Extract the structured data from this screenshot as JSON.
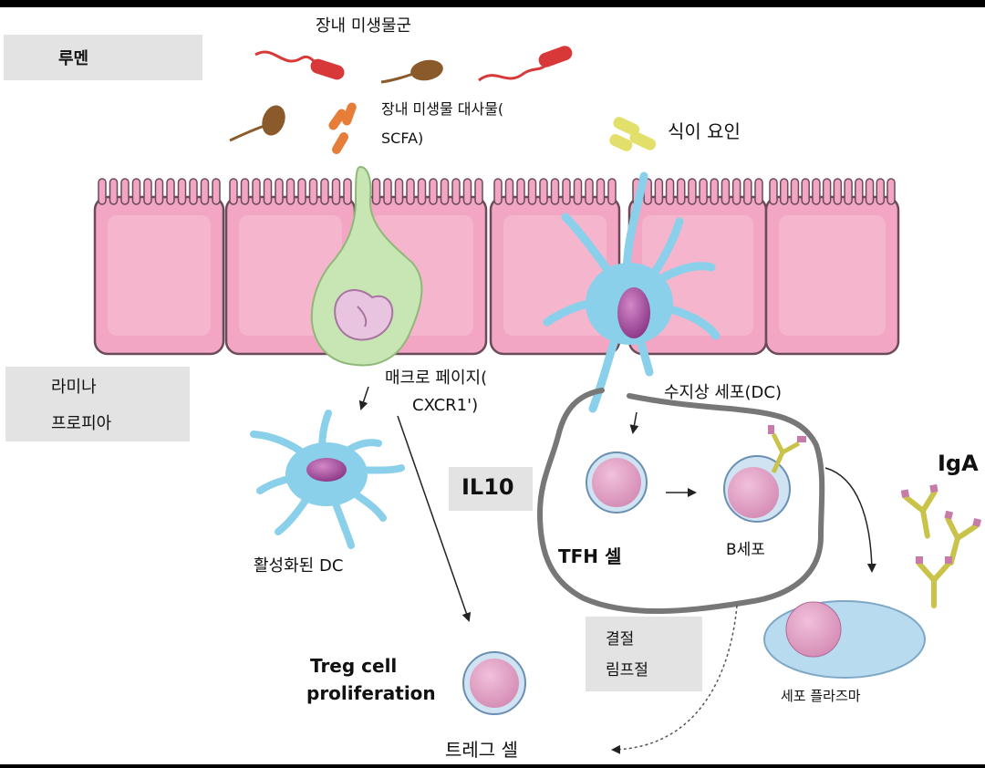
{
  "regions": {
    "lumen": "루멘",
    "lamina_line1": "라미나",
    "lamina_line2": "프로피아",
    "lymph_line1": "결절",
    "lymph_line2": "림프절"
  },
  "labels": {
    "microbiota": "장내 미생물군",
    "metabolites_line1": "장내 미생물 대사물(",
    "metabolites_line2": "SCFA)",
    "diet": "식이 요인",
    "macrophage_line1": "매크로 페이지(",
    "macrophage_line2": "CXCR1')",
    "dendritic": "수지상 세포(DC)",
    "activated_dc": "활성화된 DC",
    "il10": "IL10",
    "tfh": "TFH 셀",
    "bcell": "B세포",
    "iga": "IgA",
    "treg_line1": "Treg cell",
    "treg_line2": "proliferation",
    "treg": "트레그 셀",
    "plasma": "세포 플라즈마"
  },
  "colors": {
    "epithelium": "#f2a6c4",
    "epithelium_outline": "#6b4b5a",
    "macrophage": "#c8e6b4",
    "dendritic_cell": "#8ad0ea",
    "nucleus": "#a0459a",
    "lymphocyte": "#e6a3c8",
    "bacteria_red": "#d93838",
    "bacteria_brown": "#8b5a2b",
    "scfa": "#e67e3a",
    "diet": "#e2e06a",
    "antibody": "#c9c34a",
    "antibody_tips": "#c77ba8",
    "lymph_node_outline": "#777777",
    "label_box": "#e3e3e3"
  }
}
